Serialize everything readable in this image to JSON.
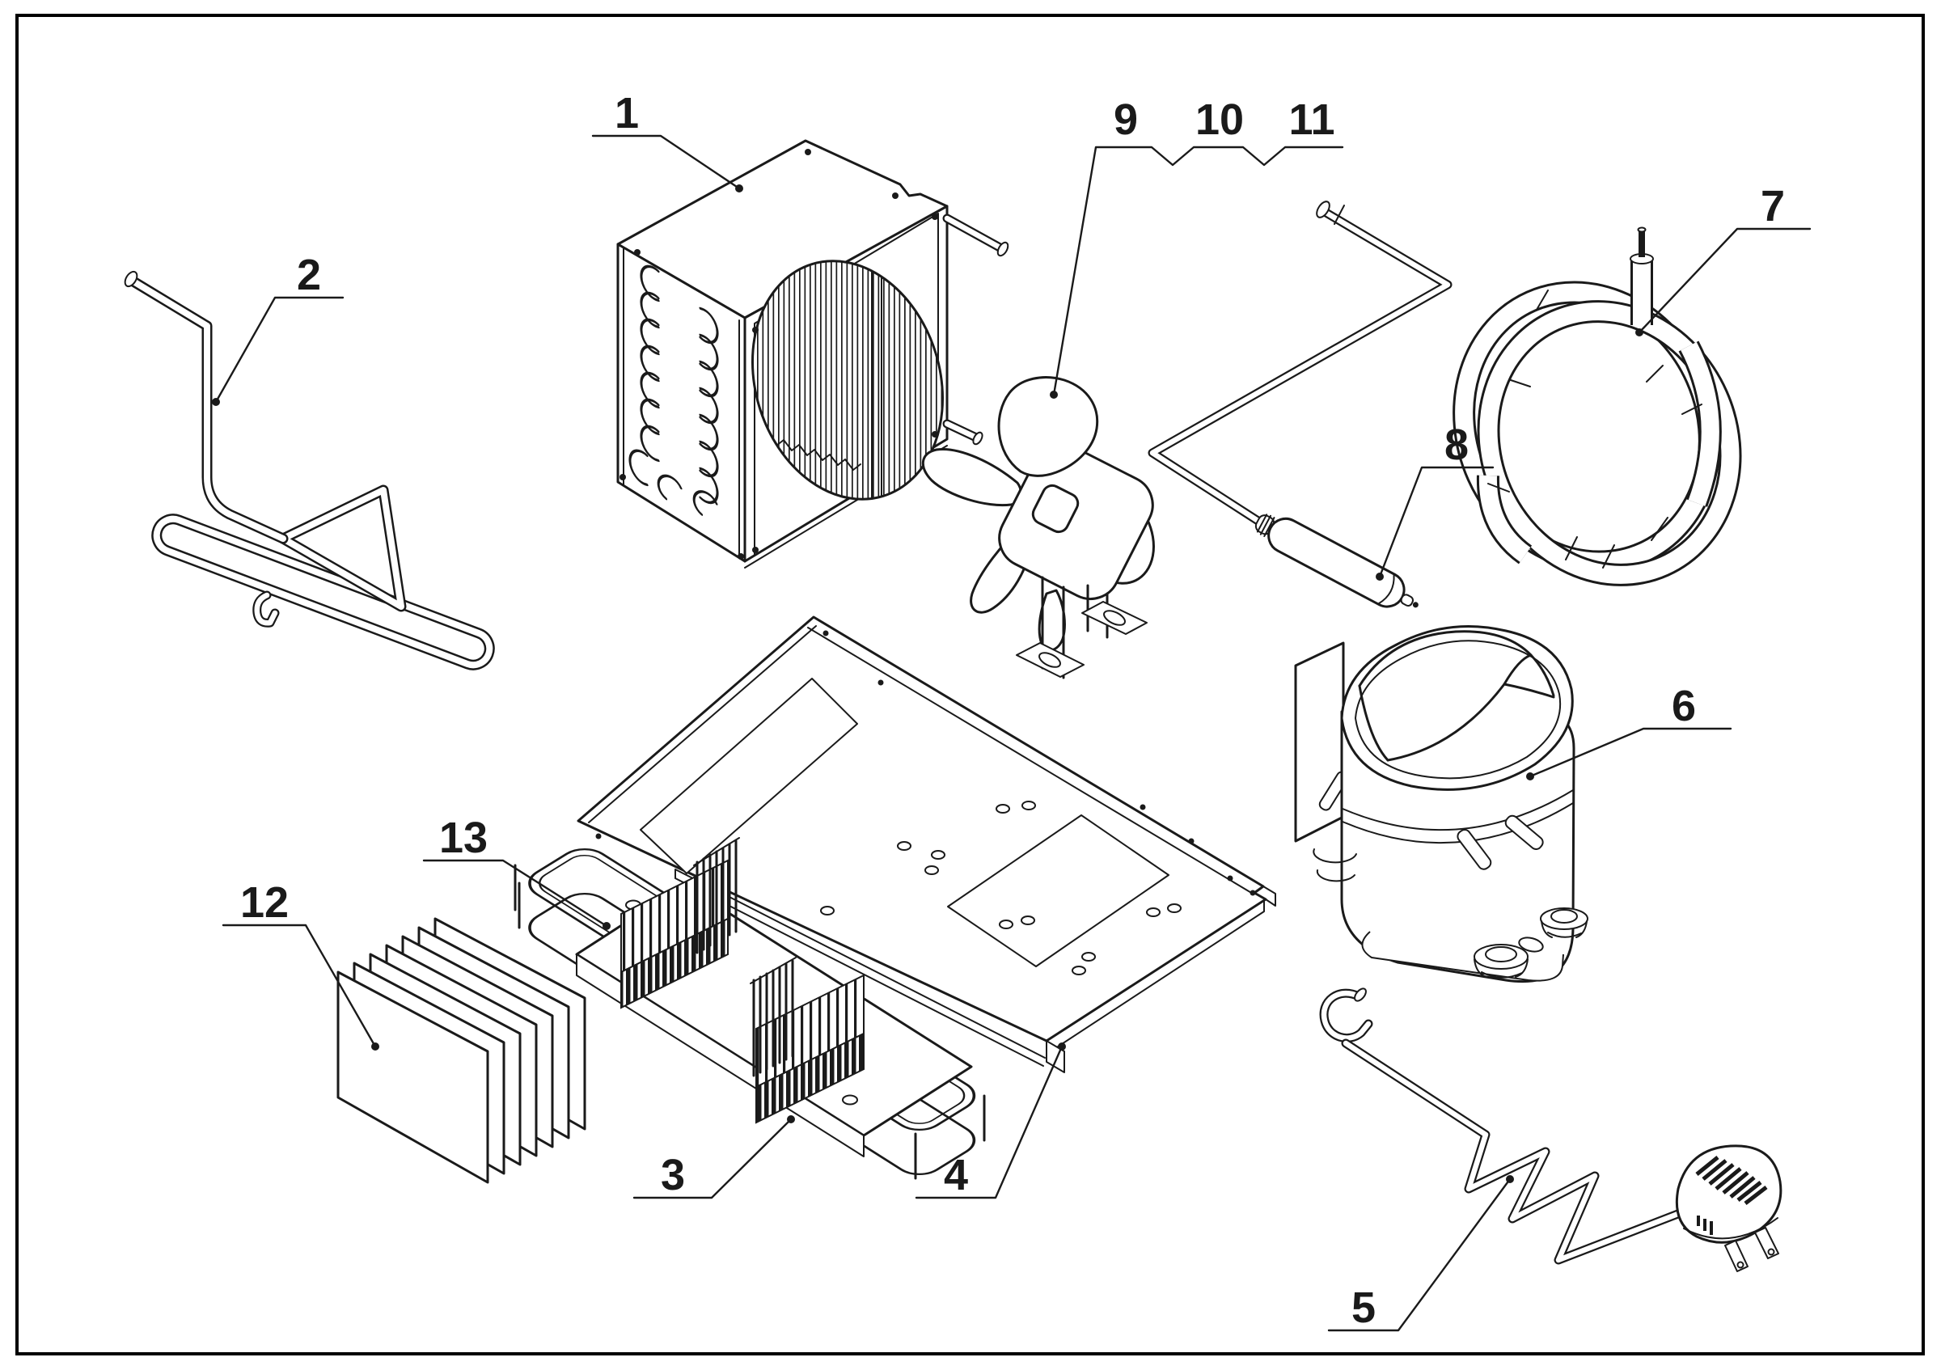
{
  "drawing": {
    "background": "#ffffff",
    "ink": "#1a1a1a",
    "border_color": "#000000"
  },
  "callouts": {
    "c1": "1",
    "c2": "2",
    "c3": "3",
    "c4": "4",
    "c5": "5",
    "c6": "6",
    "c7": "7",
    "c8": "8",
    "c9": "9",
    "c10": "10",
    "c11": "11",
    "c12": "12",
    "c13": "13"
  }
}
